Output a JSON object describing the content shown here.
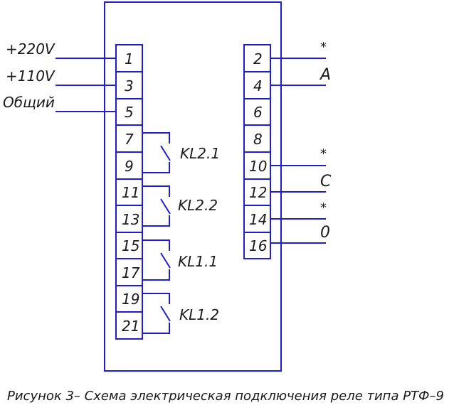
{
  "supply_labels": [
    "+220V",
    "+110V",
    "Общий"
  ],
  "left_terminals": [
    "1",
    "3",
    "5",
    "7",
    "9",
    "11",
    "13",
    "15",
    "17",
    "19",
    "21"
  ],
  "right_terminals": [
    "2",
    "4",
    "6",
    "8",
    "10",
    "12",
    "14",
    "16"
  ],
  "contacts": [
    "KL2.1",
    "KL2.2",
    "KL1.1",
    "KL1.2"
  ],
  "phase_labels": [
    "A",
    "C",
    "0"
  ],
  "asterisk": "*",
  "caption": "Рисунок 3– Схема электрическая подключения реле типа РТФ–9",
  "colors": {
    "line": "#1f1fd0",
    "text": "#1a1a1a"
  }
}
